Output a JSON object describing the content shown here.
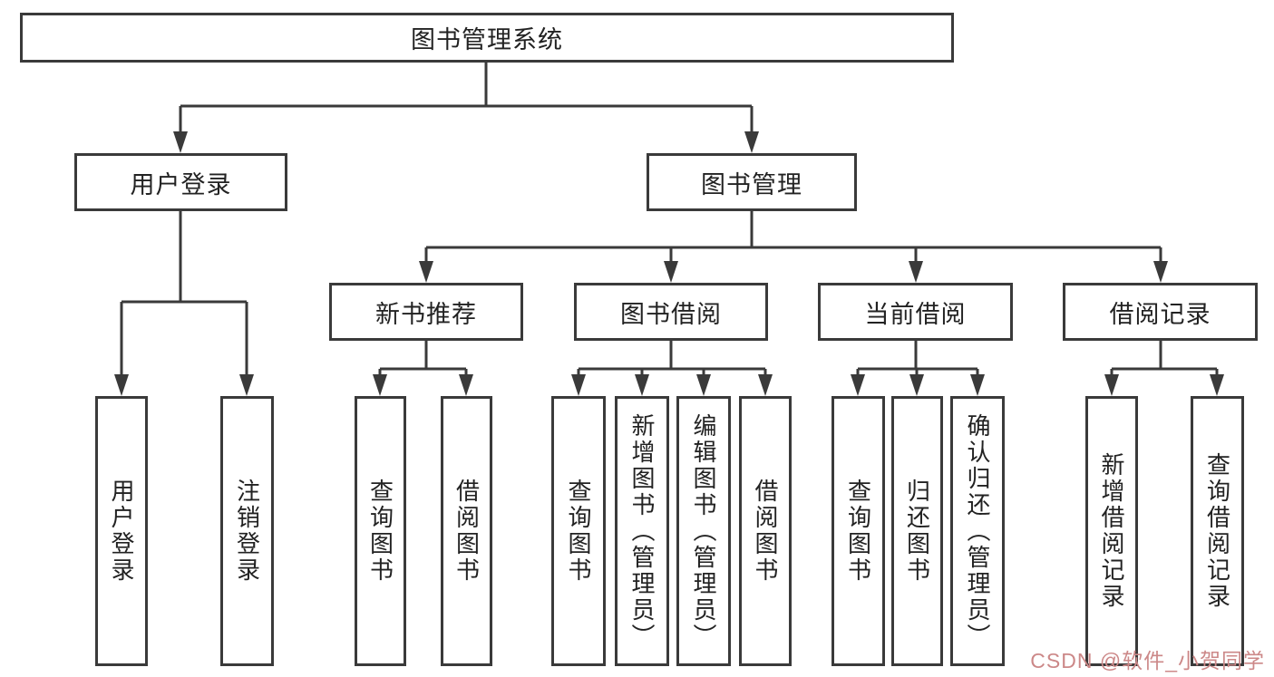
{
  "tree": {
    "root": {
      "label": "图书管理系统",
      "children": [
        {
          "label": "用户登录",
          "children": [
            {
              "label": "用户登录"
            },
            {
              "label": "注销登录"
            }
          ]
        },
        {
          "label": "图书管理",
          "children": [
            {
              "label": "新书推荐",
              "children": [
                {
                  "label": "查询图书"
                },
                {
                  "label": "借阅图书"
                }
              ]
            },
            {
              "label": "图书借阅",
              "children": [
                {
                  "label": "查询图书"
                },
                {
                  "label": "新增图书（管理员）"
                },
                {
                  "label": "编辑图书（管理员）"
                },
                {
                  "label": "借阅图书"
                }
              ]
            },
            {
              "label": "当前借阅",
              "children": [
                {
                  "label": "查询图书"
                },
                {
                  "label": "归还图书"
                },
                {
                  "label": "确认归还（管理员）"
                }
              ]
            },
            {
              "label": "借阅记录",
              "children": [
                {
                  "label": "新增借阅记录"
                },
                {
                  "label": "查询借阅记录"
                }
              ]
            }
          ]
        }
      ]
    }
  },
  "watermark": {
    "text": "CSDN @软件_小贺同学"
  },
  "colors": {
    "line": "#3a3a3a",
    "node_border": "#3a3a3a",
    "node_text": "#222222",
    "watermark": "#cc8888",
    "background": "#ffffff"
  }
}
